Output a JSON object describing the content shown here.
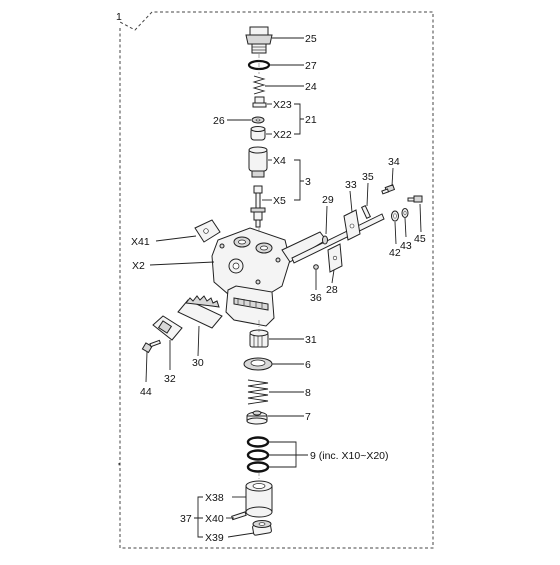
{
  "assembly_number": "1",
  "callouts": {
    "p25": "25",
    "p27": "27",
    "p24": "24",
    "x23": "X23",
    "x22": "X22",
    "p21": "21",
    "p26": "26",
    "x4": "X4",
    "x5": "X5",
    "p3": "3",
    "p34": "34",
    "p33": "33",
    "p35": "35",
    "p29": "29",
    "p45": "45",
    "p43": "43",
    "p42": "42",
    "x41": "X41",
    "x2": "X2",
    "p36": "36",
    "p28": "28",
    "p31": "31",
    "p30": "30",
    "p32": "32",
    "p44": "44",
    "p6": "6",
    "p8": "8",
    "p7": "7",
    "p9": "9 (inc. X10~X20)",
    "x38": "X38",
    "p37": "37",
    "x40": "X40",
    "x39": "X39"
  }
}
